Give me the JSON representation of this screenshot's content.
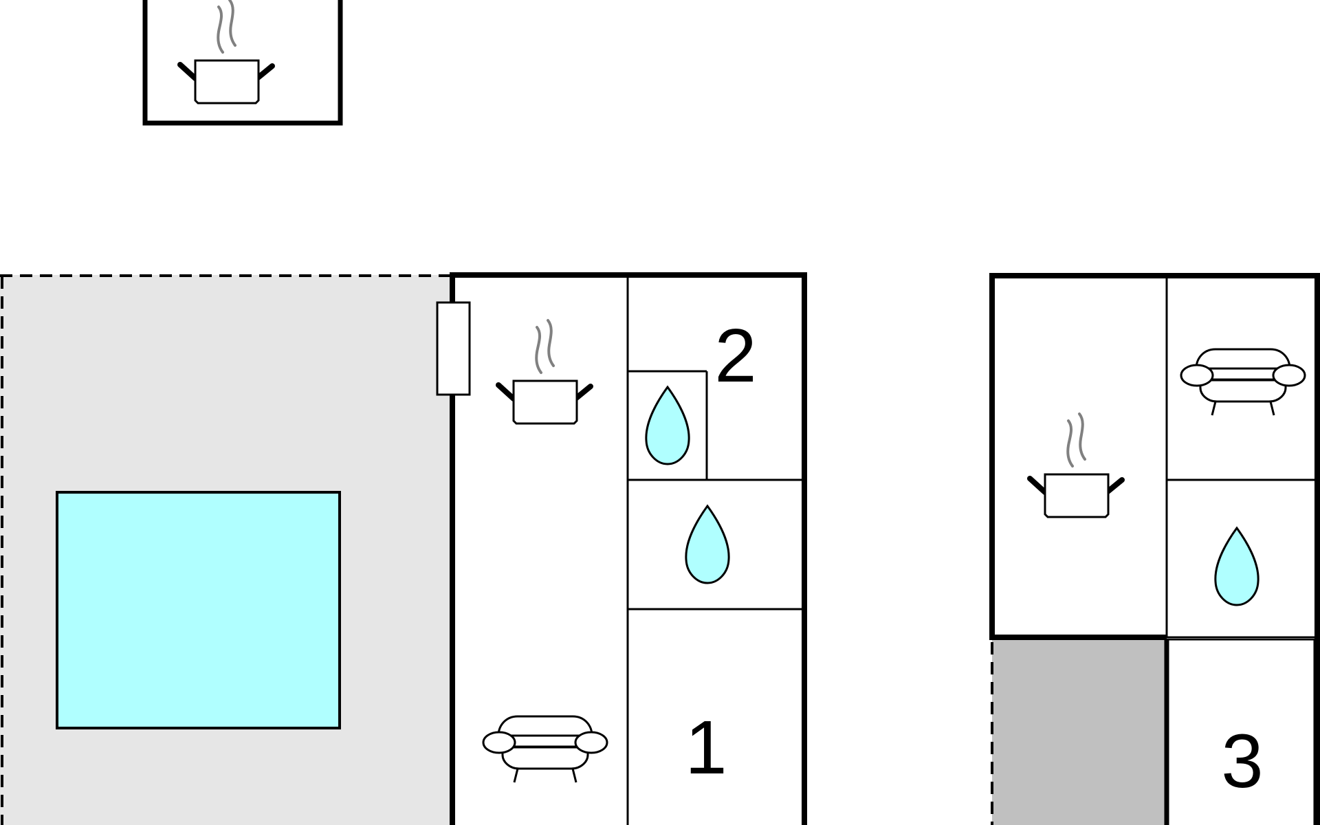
{
  "floorplan": {
    "colors": {
      "background": "#ffffff",
      "wall": "#000000",
      "terrace": "#e6e6e6",
      "pool": "#b0ffff",
      "water": "#b0ffff",
      "covered_area": "#c0c0c0",
      "steam": "#808080"
    },
    "room_numbers": {
      "bedroom_1": "1",
      "bedroom_2": "2",
      "bedroom_3": "3"
    },
    "icons": [
      "kitchen-pot-icon",
      "sofa-icon",
      "water-drop-icon"
    ]
  }
}
